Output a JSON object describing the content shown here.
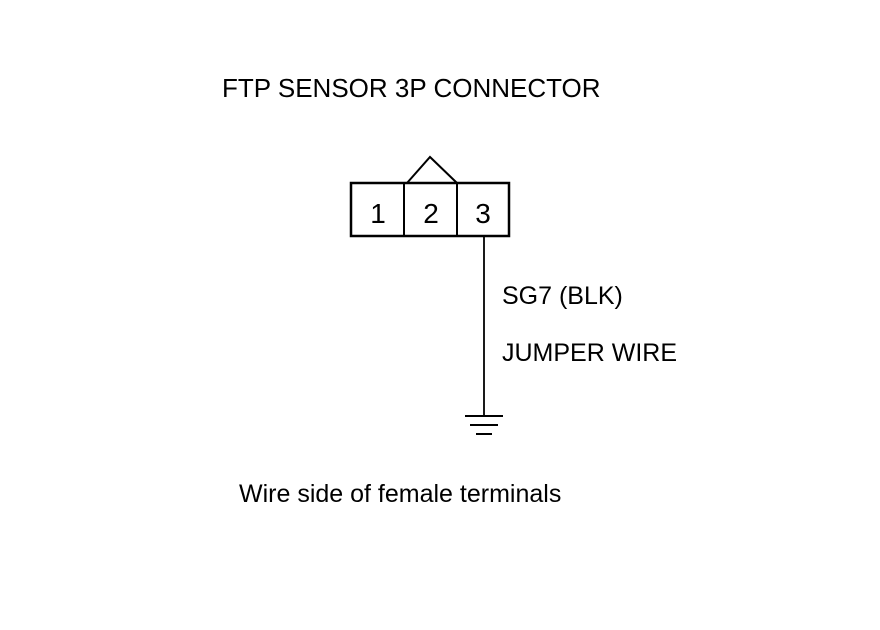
{
  "title": "FTP SENSOR 3P CONNECTOR",
  "connector": {
    "pins": [
      {
        "number": "1"
      },
      {
        "number": "2"
      },
      {
        "number": "3"
      }
    ]
  },
  "wire": {
    "pin": "3",
    "circuit_label": "SG7 (BLK)",
    "tool_label": "JUMPER WIRE",
    "termination": "ground-icon"
  },
  "caption": "Wire side of female terminals",
  "colors": {
    "line": "#000000",
    "background": "#ffffff"
  }
}
